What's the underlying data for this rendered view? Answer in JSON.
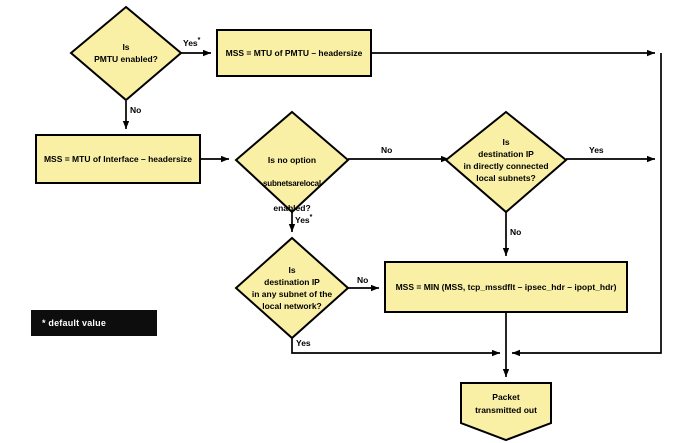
{
  "diagram": {
    "title": "TCP MSS determination flowchart",
    "colors": {
      "node_fill": "#faf0a5",
      "node_stroke": "#000000",
      "edge_stroke": "#000000",
      "legend_bg": "#0d0d0d",
      "legend_fg": "#ffffff",
      "canvas_bg": "#ffffff"
    },
    "nodes": [
      {
        "id": "pmtu-decision",
        "shape": "diamond",
        "label": "Is\nPMTU enabled?"
      },
      {
        "id": "mss-pmtu-process",
        "shape": "rectangle",
        "label": "MSS = MTU of PMTU – headersize"
      },
      {
        "id": "mss-interface-process",
        "shape": "rectangle",
        "label": "MSS = MTU of Interface – headersize"
      },
      {
        "id": "subnetsarelocal-decision",
        "shape": "diamond",
        "label_line1": "Is no option",
        "label_line2": "subnetsarelocal",
        "label_line3": "enabled?"
      },
      {
        "id": "directly-connected-decision",
        "shape": "diamond",
        "label": "Is\ndestination IP\nin directly connected\nlocal subnets?"
      },
      {
        "id": "any-subnet-decision",
        "shape": "diamond",
        "label": "Is\ndestination IP\nin any subnet of the\nlocal network?"
      },
      {
        "id": "mss-min-process",
        "shape": "rectangle",
        "label": "MSS = MIN (MSS, tcp_mssdflt – ipsec_hdr – ipopt_hdr)"
      },
      {
        "id": "packet-transmitted-terminal",
        "shape": "pentagon-down",
        "label": "Packet\ntransmitted out"
      }
    ],
    "edge_labels": {
      "pmtu_yes": "Yes",
      "pmtu_yes_star": "*",
      "pmtu_no": "No",
      "subnetsarelocal_no": "No",
      "subnetsarelocal_yes": "Yes",
      "subnetsarelocal_yes_star": "*",
      "directly_connected_yes": "Yes",
      "directly_connected_no": "No",
      "any_subnet_no": "No",
      "any_subnet_yes": "Yes"
    },
    "legend": {
      "text": "* default value"
    }
  }
}
